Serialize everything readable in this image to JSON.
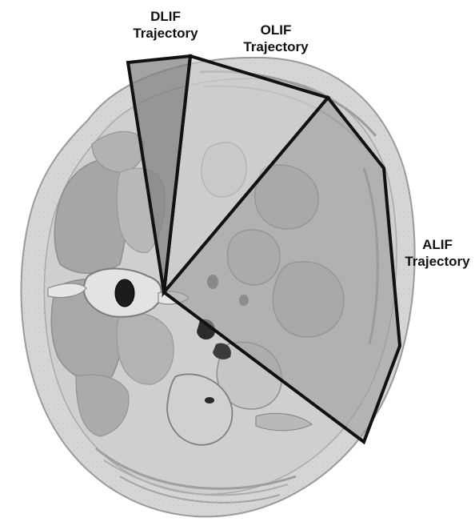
{
  "labels": {
    "dlif": {
      "line1": "DLIF",
      "line2": "Trajectory"
    },
    "olif": {
      "line1": "OLIF",
      "line2": "Trajectory"
    },
    "alif": {
      "line1": "ALIF",
      "line2": "Trajectory"
    }
  },
  "colors": {
    "background": "#ffffff",
    "outline": "#111111",
    "tissue_light": "#d9d9d9",
    "tissue_mid": "#b5b5b5",
    "tissue_dark": "#8c8c8c",
    "dlif_fill": "#8a8a8a",
    "olif_fill": "#c9c9c9",
    "alif_fill": "#9a9a9a"
  }
}
